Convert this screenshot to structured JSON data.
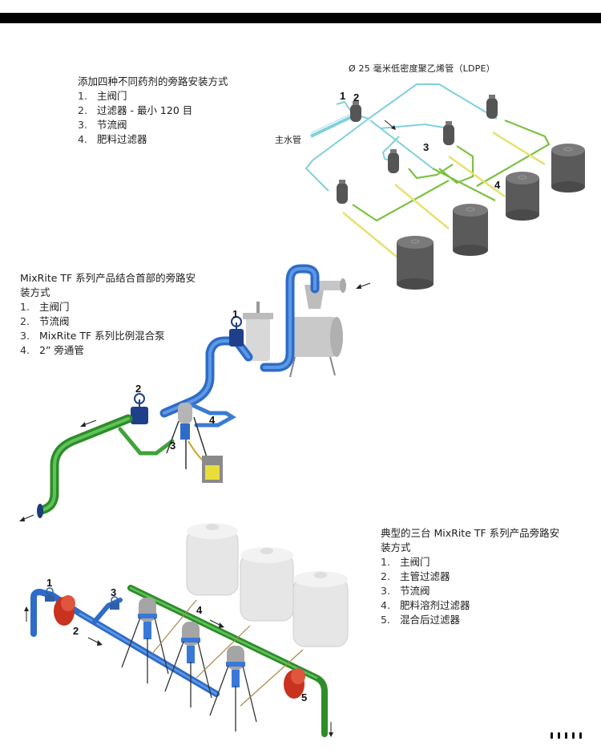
{
  "page": {
    "header_bar_color": "#000000"
  },
  "section_ldpe": {
    "title": "添加四种不同药剂的旁路安装方式",
    "items": [
      {
        "num": "1.",
        "label": "主阀门"
      },
      {
        "num": "2.",
        "label": "过滤器 - 最小 120 目"
      },
      {
        "num": "3.",
        "label": "节流阀"
      },
      {
        "num": "4.",
        "label": "肥料过滤器"
      }
    ],
    "pipe_spec_label": "Ø 25 毫米低密度聚乙烯管（LDPE）",
    "main_pipe_label": "主水管",
    "callouts": [
      "1",
      "2",
      "3",
      "4"
    ],
    "colors": {
      "inlet_pipe": "#7fd0dc",
      "outlet_pipe": "#7cc142",
      "suction_hose": "#e8e070",
      "tank": "#5a5a5a"
    }
  },
  "section_headworks": {
    "title": "MixRite TF 系列产品结合首部的旁路安装方式",
    "items": [
      {
        "num": "1.",
        "label": "主阀门"
      },
      {
        "num": "2.",
        "label": "节流阀"
      },
      {
        "num": "3.",
        "label": "MixRite TF 系列比例混合泵"
      },
      {
        "num": "4.",
        "label": "2” 旁通管"
      }
    ],
    "callouts": [
      "1",
      "2",
      "3",
      "4"
    ],
    "colors": {
      "inlet_pipe": "#3a7bd5",
      "outlet_pipe": "#3fa33a",
      "valve": "#1f3f8a"
    }
  },
  "section_triple": {
    "title": "典型的三台 MixRite TF 系列产品旁路安装方式",
    "items": [
      {
        "num": "1.",
        "label": "主阀门"
      },
      {
        "num": "2.",
        "label": "主管过滤器"
      },
      {
        "num": "3.",
        "label": "节流阀"
      },
      {
        "num": "4.",
        "label": "肥料溶剂过滤器"
      },
      {
        "num": "5.",
        "label": "混合后过滤器"
      }
    ],
    "callouts": [
      "1",
      "2",
      "3",
      "4",
      "5"
    ],
    "colors": {
      "inlet_pipe": "#3b78d8",
      "outlet_pipe": "#3d9a2f",
      "filter": "#c8321e",
      "tank": "#e4e4e4"
    }
  },
  "page_number_marks": 5
}
